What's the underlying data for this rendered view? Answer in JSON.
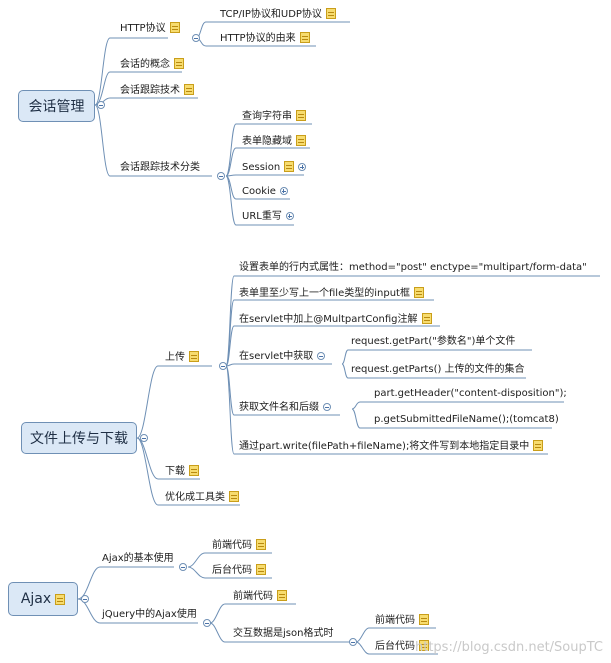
{
  "roots": {
    "session": "会话管理",
    "upload": "文件上传与下载",
    "ajax": "Ajax"
  },
  "session": {
    "http": "HTTP协议",
    "http_children": [
      "TCP/IP协议和UDP协议",
      "HTTP协议的由来"
    ],
    "concept": "会话的概念",
    "tracking": "会话跟踪技术",
    "category": "会话跟踪技术分类",
    "category_children": [
      "查询字符串",
      "表单隐藏域",
      "Session",
      "Cookie",
      "URL重写"
    ]
  },
  "upload": {
    "upload": "上传",
    "attrs": "设置表单的行内式属性：method=\"post\"  enctype=\"multipart/form-data\"",
    "input": "表单里至少写上一个file类型的input框",
    "annotation": "在servlet中加上@MultpartConfig注解",
    "get_in_servlet": "在servlet中获取",
    "get_children": [
      "request.getPart(\"参数名\")单个文件",
      "request.getParts() 上传的文件的集合"
    ],
    "get_name": "获取文件名和后缀",
    "name_children": [
      "part.getHeader(\"content-disposition\");",
      "p.getSubmittedFileName();(tomcat8)"
    ],
    "write": "通过part.write(filePath+fileName);将文件写到本地指定目录中",
    "download": "下载",
    "optimize": "优化成工具类"
  },
  "ajax": {
    "basic": "Ajax的基本使用",
    "basic_children": [
      "前端代码",
      "后台代码"
    ],
    "jquery": "jQuery中的Ajax使用",
    "jquery_front": "前端代码",
    "json_exchange": "交互数据是json格式时",
    "json_children": [
      "前端代码",
      "后台代码"
    ]
  },
  "watermark": "https://blog.csdn.net/SoupTC",
  "colors": {
    "line": "#6f90b5",
    "root_fill": "#dbe8f6",
    "note": "#f7dc6f"
  },
  "icons": {
    "note": "note-icon",
    "expand": "expand-icon",
    "collapse": "collapse-icon"
  }
}
